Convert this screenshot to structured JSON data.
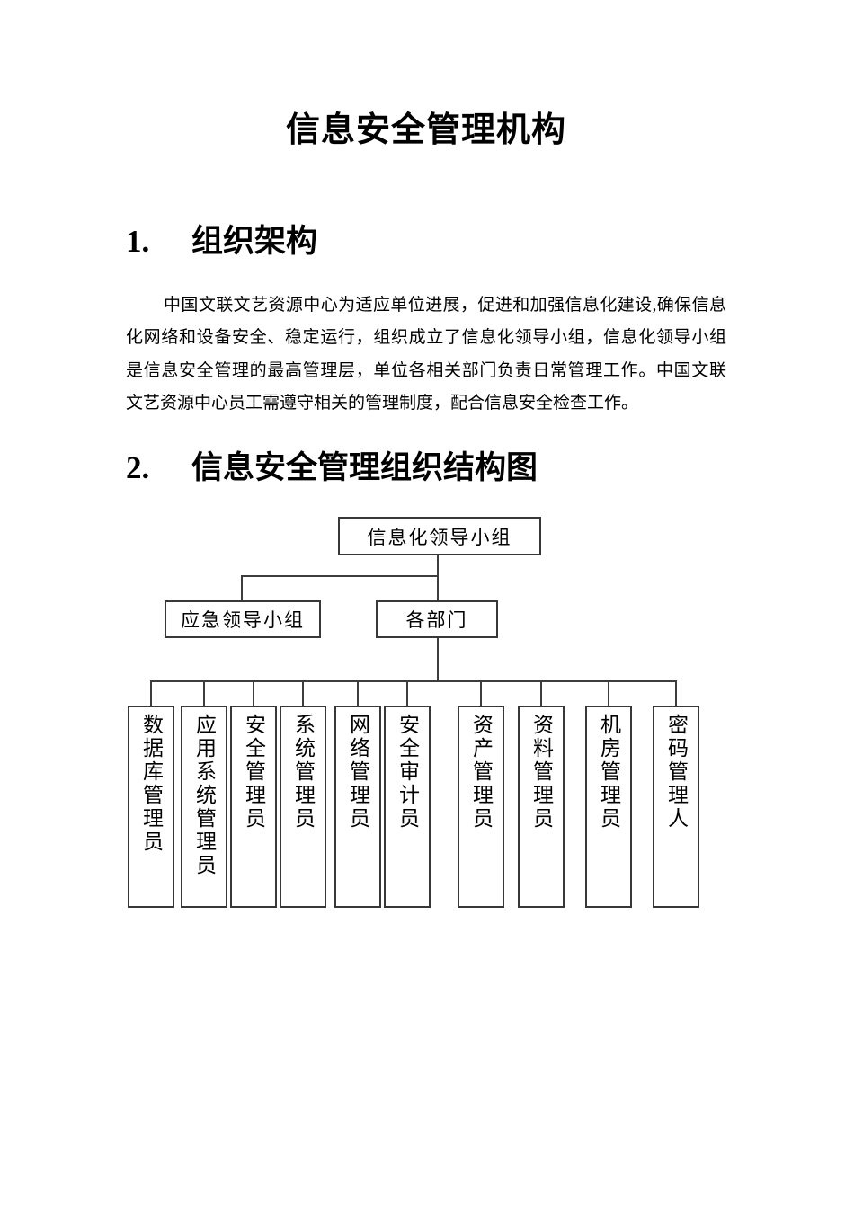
{
  "document": {
    "title": "信息安全管理机构"
  },
  "sections": [
    {
      "number": "1.",
      "heading": "组织架构"
    },
    {
      "number": "2.",
      "heading": "信息安全管理组织结构图"
    }
  ],
  "paragraph": {
    "lines": [
      "中国文联文艺资源中心为适应单位进展，促进和加强信息化建设,确保信息",
      "化网络和设备安全、稳定运行，组织成立了信息化领导小组，信息化领导小组",
      "是信息安全管理的最高管理层，单位各相关部门负责日常管理工作。中国文联",
      "文艺资源中心员工需遵守相关的管理制度，配合信息安全检查工作。"
    ]
  },
  "org_chart": {
    "root": "信息化领导小组",
    "level2": [
      "应急领导小组",
      "各部门"
    ],
    "members": [
      "数据库管理员",
      "应用系统管理员",
      "安全管理员",
      "系统管理员",
      "网络管理员",
      "安全审计员",
      "资产管理员",
      "资料管理员",
      "机房管理员",
      "密码管理人"
    ]
  },
  "colors": {
    "background": "#ffffff",
    "text": "#000000",
    "box_border": "#383838",
    "connector": "#3d3d3d"
  }
}
